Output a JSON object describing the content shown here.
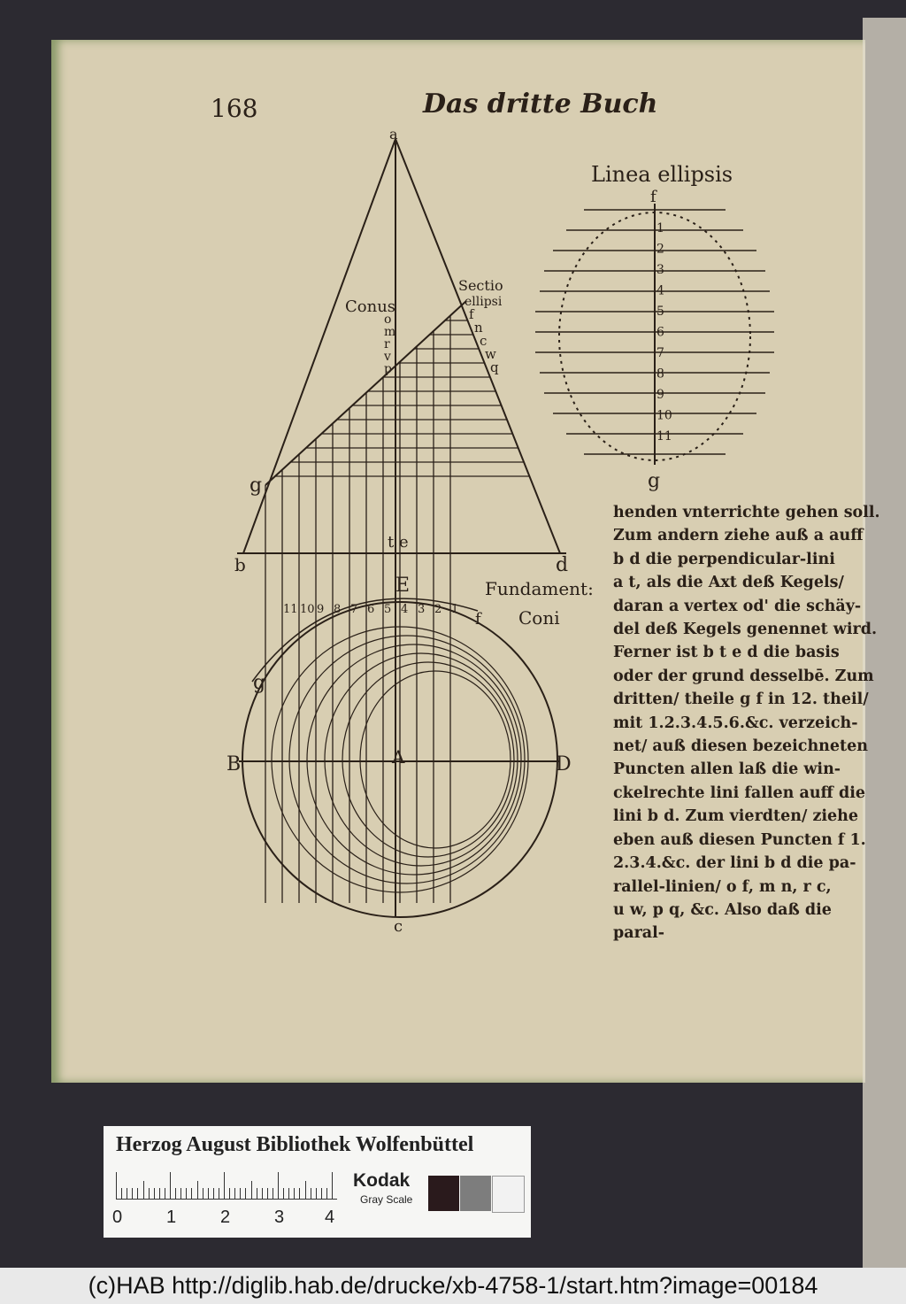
{
  "page": {
    "number": "168",
    "running_head": "Das dritte Buch"
  },
  "diagram": {
    "labels": {
      "apex": "a",
      "conus": "Conus",
      "sectio": "Sectio ellipsi",
      "base_left": "b",
      "base_right": "d",
      "te": "t e",
      "E": "E",
      "fundament_1": "Fundament:",
      "fundament_2": "Coni",
      "g_top": "g",
      "g_circle": "g",
      "f": "f",
      "B": "B",
      "A": "A",
      "D": "D",
      "c": "c",
      "ellipse_title": "Linea ellipsis",
      "ellipse_top": "f",
      "ellipse_bottom": "g",
      "side_letters": [
        "o",
        "m",
        "r",
        "v",
        "p"
      ],
      "right_letters": [
        "f",
        "n",
        "c",
        "w",
        "q"
      ]
    },
    "numbers": [
      "1",
      "2",
      "3",
      "4",
      "5",
      "6",
      "7",
      "8",
      "9",
      "10",
      "11"
    ]
  },
  "body_text": [
    "henden vnterrichte gehen soll.",
    "Zum andern ziehe auß a auff",
    "b d die perpendicular-lini",
    "a t, als die Axt deß Kegels/",
    "daran a vertex od' die schäy-",
    "del deß Kegels genennet wird.",
    "Ferner ist b t e d die basis",
    "oder der grund desselbē. Zum",
    "dritten/ theile g f in 12. theil/",
    "mit 1.2.3.4.5.6.&c. verzeich-",
    "net/ auß diesen bezeichneten",
    "Puncten allen laß die win-",
    "ckelrechte lini fallen auff die",
    "lini b d. Zum vierdten/ ziehe",
    "eben auß diesen Puncten f 1.",
    "2.3.4.&c. der lini b d die pa-",
    "rallel-linien/ o f, m n, r c,",
    "u w, p q, &c. Also daß die",
    "                     paral-"
  ],
  "color_card": {
    "title": "Herzog August Bibliothek Wolfenbüttel",
    "ruler_numbers": [
      "0",
      "1",
      "2",
      "3",
      "4"
    ],
    "brand": "Kodak",
    "scale": "Gray Scale",
    "swatches": [
      "#2a1a1c",
      "#7d7d7d",
      "#f2f2f2"
    ]
  },
  "footer": "(c)HAB http://diglib.hab.de/drucke/xb-4758-1/start.htm?image=00184",
  "colors": {
    "paper": "#d8ceb2",
    "ink": "#2a2018",
    "background": "#2c2a31"
  }
}
